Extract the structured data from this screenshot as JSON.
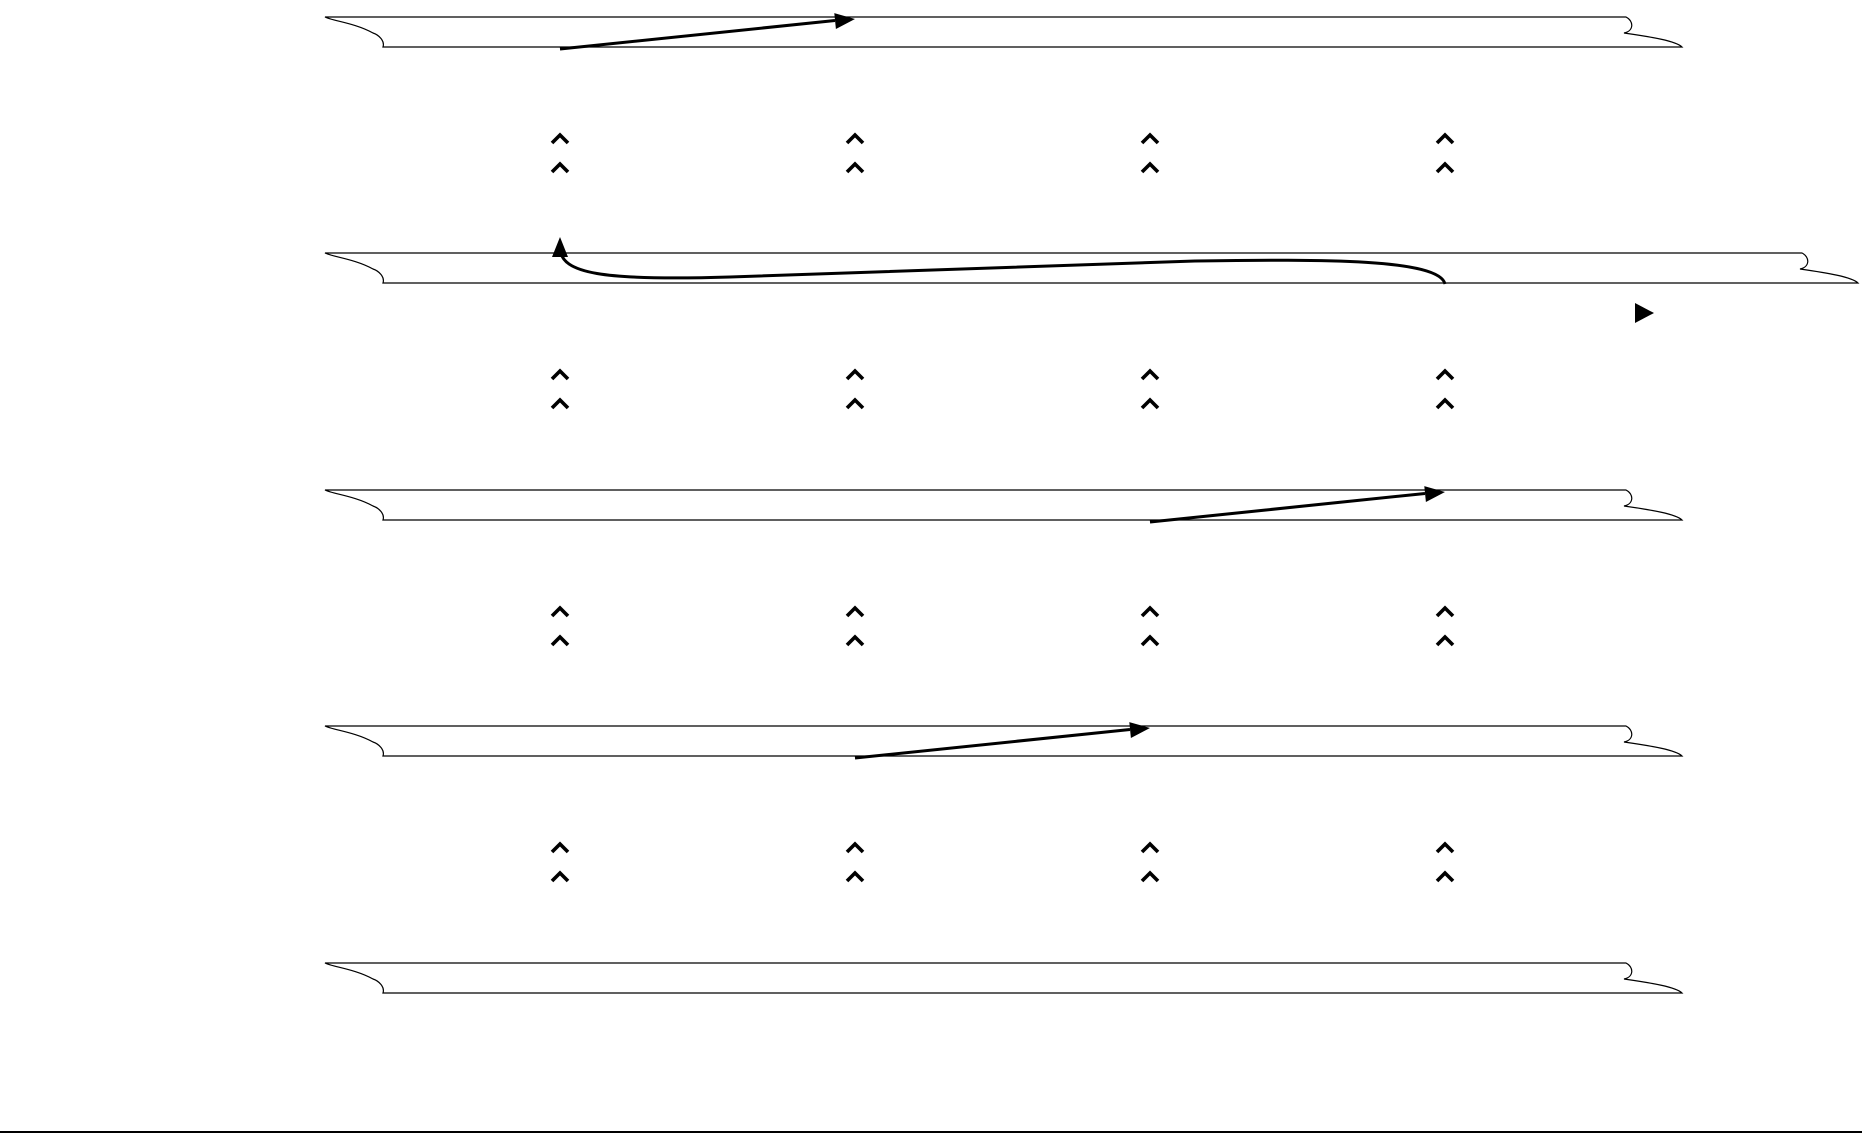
{
  "diagram": {
    "kind": "layered flow diagram",
    "colors": {
      "background": "#ffffff",
      "stroke": "#000000"
    },
    "bands": [
      {
        "id": "band-1",
        "order": 1
      },
      {
        "id": "band-2",
        "order": 2,
        "extended": true
      },
      {
        "id": "band-3",
        "order": 3
      },
      {
        "id": "band-4",
        "order": 4
      },
      {
        "id": "band-5",
        "order": 5
      }
    ],
    "columns": [
      {
        "id": "col-1"
      },
      {
        "id": "col-2"
      },
      {
        "id": "col-3"
      },
      {
        "id": "col-4"
      }
    ],
    "chevron_rows": [
      {
        "between": [
          "band-1",
          "band-2"
        ],
        "icon": "double-chevron-up-icon"
      },
      {
        "between": [
          "band-2",
          "band-3"
        ],
        "icon": "double-chevron-up-icon"
      },
      {
        "between": [
          "band-3",
          "band-4"
        ],
        "icon": "double-chevron-up-icon"
      },
      {
        "between": [
          "band-4",
          "band-5"
        ],
        "icon": "double-chevron-up-icon"
      }
    ],
    "arrows": [
      {
        "id": "arrow-band-1",
        "band": "band-1",
        "from_column": "col-1",
        "to_column": "col-2",
        "shape": "straight"
      },
      {
        "id": "arrow-band-2",
        "band": "band-2",
        "from_column": "col-4",
        "to_column": "col-1",
        "shape": "curved"
      },
      {
        "id": "arrow-band-3",
        "band": "band-3",
        "from_column": "col-3",
        "to_column": "col-4",
        "shape": "straight"
      },
      {
        "id": "arrow-band-4",
        "band": "band-4",
        "from_column": "col-2",
        "to_column": "col-3",
        "shape": "straight"
      }
    ],
    "markers": [
      {
        "id": "play-marker",
        "icon": "play-triangle-icon",
        "band": "band-2"
      }
    ]
  }
}
